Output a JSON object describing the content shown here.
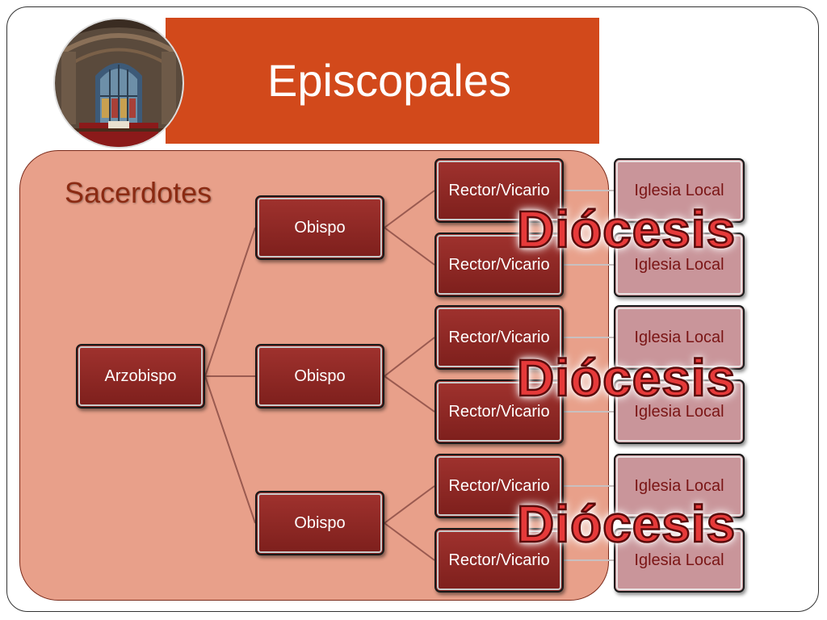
{
  "slide": {
    "title": "Episcopales",
    "panel_label": "Sacerdotes",
    "root": "Arzobispo",
    "bishops": [
      "Obispo",
      "Obispo",
      "Obispo"
    ],
    "rectors": [
      "Rector/Vicario",
      "Rector/Vicario",
      "Rector/Vicario",
      "Rector/Vicario",
      "Rector/Vicario",
      "Rector/Vicario"
    ],
    "churches": [
      "Iglesia Local",
      "Iglesia Local",
      "Iglesia Local",
      "Iglesia Local",
      "Iglesia Local",
      "Iglesia Local"
    ],
    "diocese_labels": [
      "Diócesis",
      "Diócesis",
      "Diócesis"
    ]
  },
  "colors": {
    "title_banner": "#d2491b",
    "panel": "#e8a08a",
    "dark_box": "#8b2724",
    "light_box": "#c9959a",
    "diocese_text": "#e63a3a"
  }
}
